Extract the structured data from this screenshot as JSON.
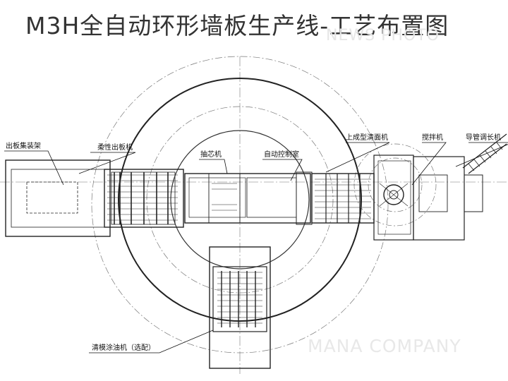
{
  "title": "M3H全自动环形墙板生产线-工艺布置图",
  "watermarks": {
    "top": "NEWS PHOTO",
    "bottom": "MANA COMPANY"
  },
  "labels": {
    "board_stacker": "出板集装架",
    "flexible_unloader": "柔性出板机",
    "core_puller": "抽芯机",
    "control_room": "自动控制室",
    "forming_cleaner": "上成型清面机",
    "mixer": "搅拌机",
    "pipe_adjuster": "导管调长机",
    "oiler": "清模涂油机（选配）"
  },
  "colors": {
    "line": "#222222",
    "light_line": "#555555",
    "text": "#111111",
    "title": "#333333"
  }
}
